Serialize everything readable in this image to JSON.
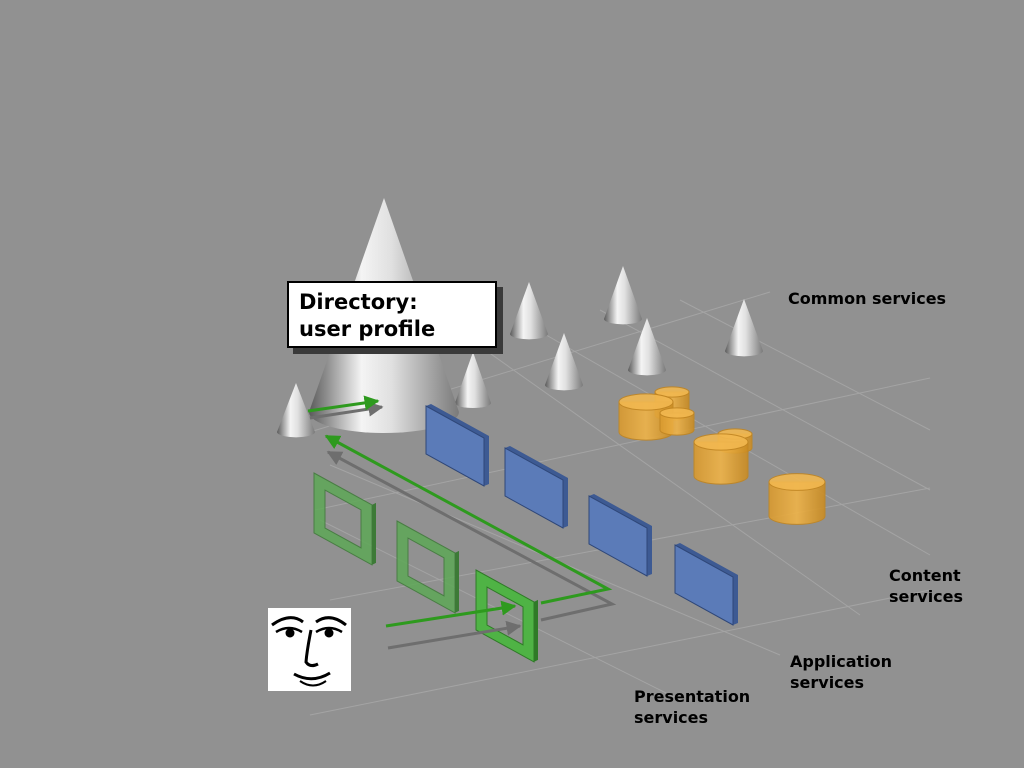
{
  "directory_box": {
    "line1": "Directory:",
    "line2": "user profile"
  },
  "layer_labels": {
    "common": "Common services",
    "content_line1": "Content",
    "content_line2": "services",
    "application_line1": "Application",
    "application_line2": "services",
    "presentation_line1": "Presentation",
    "presentation_line2": "services"
  },
  "colors": {
    "background": "#919191",
    "grid": "#a4a4a4",
    "flow_arrow": "#2e9a1e",
    "shadow_arrow": "#6e6e6e",
    "presentation_frame": "#4fb345",
    "application_panel": "#5b7bb8",
    "content_cylinder": "#e8a73c"
  }
}
